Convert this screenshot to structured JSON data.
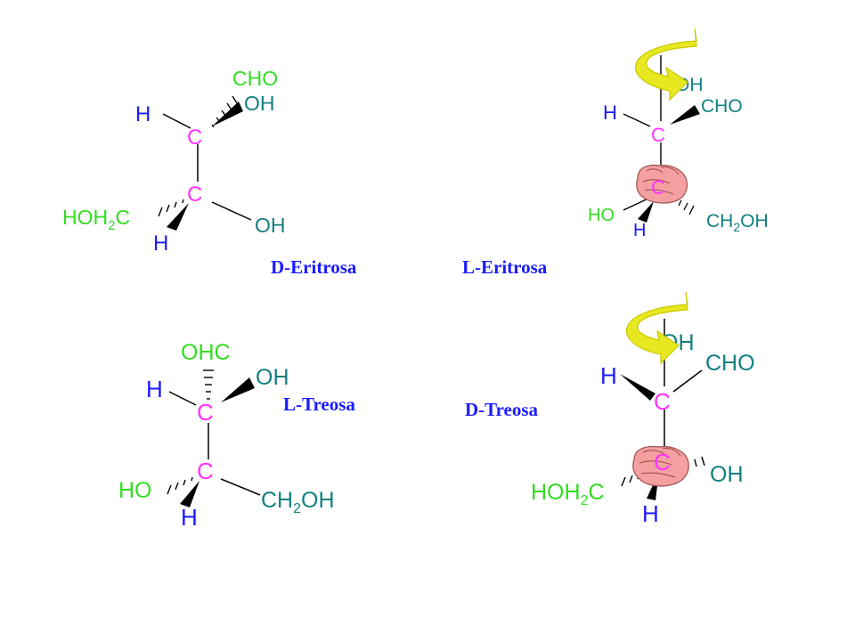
{
  "colors": {
    "carbon": "#ff33ff",
    "hydrogen": "#1a1aff",
    "substituent_green": "#33dd22",
    "substituent_teal": "#138080",
    "caption": "#1a1aff",
    "bond": "#000000",
    "arrow": "#e8e820",
    "arrow_outline": "#c8c800",
    "hand": "#f4a0a0",
    "hand_outline": "#a05050"
  },
  "icons": [
    "rotation-arrow-icon",
    "hand-icon"
  ],
  "molecules": [
    {
      "name": "D-Eritrosa",
      "atoms": {
        "top_c": "C",
        "bottom_c": "C",
        "top_h": "H",
        "bottom_h": "H",
        "cho": "CHO",
        "oh_top": "OH",
        "oh_bottom": "OH",
        "hoh2c_pre": "HOH",
        "hoh2c_sub": "2",
        "hoh2c_post": "C"
      }
    },
    {
      "name": "L-Eritrosa",
      "atoms": {
        "top_c": "C",
        "bottom_c": "C",
        "top_h": "H",
        "bottom_h": "H",
        "oh_top": "OH",
        "cho": "CHO",
        "ho": "HO",
        "ch2oh_pre": "CH",
        "ch2oh_sub": "2",
        "ch2oh_post": "OH"
      }
    },
    {
      "name": "L-Treosa",
      "atoms": {
        "top_c": "C",
        "bottom_c": "C",
        "top_h": "H",
        "bottom_h": "H",
        "ohc": "OHC",
        "oh_top": "OH",
        "ho": "HO",
        "ch2oh_pre": "CH",
        "ch2oh_sub": "2",
        "ch2oh_post": "OH"
      }
    },
    {
      "name": "D-Treosa",
      "atoms": {
        "top_c": "C",
        "bottom_c": "C",
        "top_h": "H",
        "bottom_h": "H",
        "oh_top": "OH",
        "cho": "CHO",
        "oh_bottom": "OH",
        "hoh2c_pre": "HOH",
        "hoh2c_sub": "2",
        "hoh2c_post": "C"
      }
    }
  ]
}
